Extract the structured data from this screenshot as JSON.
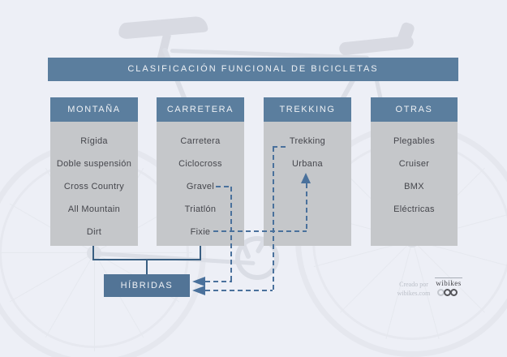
{
  "title": "CLASIFICACIÓN FUNCIONAL DE BICICLETAS",
  "columns": [
    {
      "header": "MONTAÑA",
      "items": [
        "Rígida",
        "Doble suspensión",
        "Cross Country",
        "All Mountain",
        "Dirt"
      ]
    },
    {
      "header": "CARRETERA",
      "items": [
        "Carretera",
        "Ciclocross",
        "Gravel",
        "Triatlón",
        "Fixie"
      ]
    },
    {
      "header": "TREKKING",
      "items": [
        "Trekking",
        "Urbana"
      ]
    },
    {
      "header": "OTRAS",
      "items": [
        "Plegables",
        "Cruiser",
        "BMX",
        "Eléctricas"
      ]
    }
  ],
  "hybrid": {
    "label": "HÍBRIDAS"
  },
  "connections": [
    {
      "from": "Montaña",
      "to": "Híbridas",
      "style": "solid-bracket"
    },
    {
      "from": "Carretera",
      "to": "Híbridas",
      "style": "solid-bracket"
    },
    {
      "from": "Gravel",
      "to": "Híbridas",
      "style": "dashed-arrow"
    },
    {
      "from": "Trekking",
      "to": "Híbridas",
      "style": "dashed-arrow"
    },
    {
      "from": "Fixie",
      "to": "Urbana",
      "style": "dashed-arrow"
    }
  ],
  "credit": {
    "line1": "Creado por",
    "line2": "wibikes.com"
  },
  "logo": {
    "text": "wibikes"
  },
  "icons": {
    "arrow_left": "◀",
    "arrow_up": "▲",
    "logo_wheels": "bicycle-wheels"
  },
  "colors": {
    "background": "#edeff6",
    "header_blue": "#5b7e9e",
    "hybrid_blue": "#527496",
    "panel_gray": "#c5c7ca",
    "solid_line": "#3a5f82",
    "dashed_line": "#4a719c",
    "item_text": "#45464c"
  }
}
